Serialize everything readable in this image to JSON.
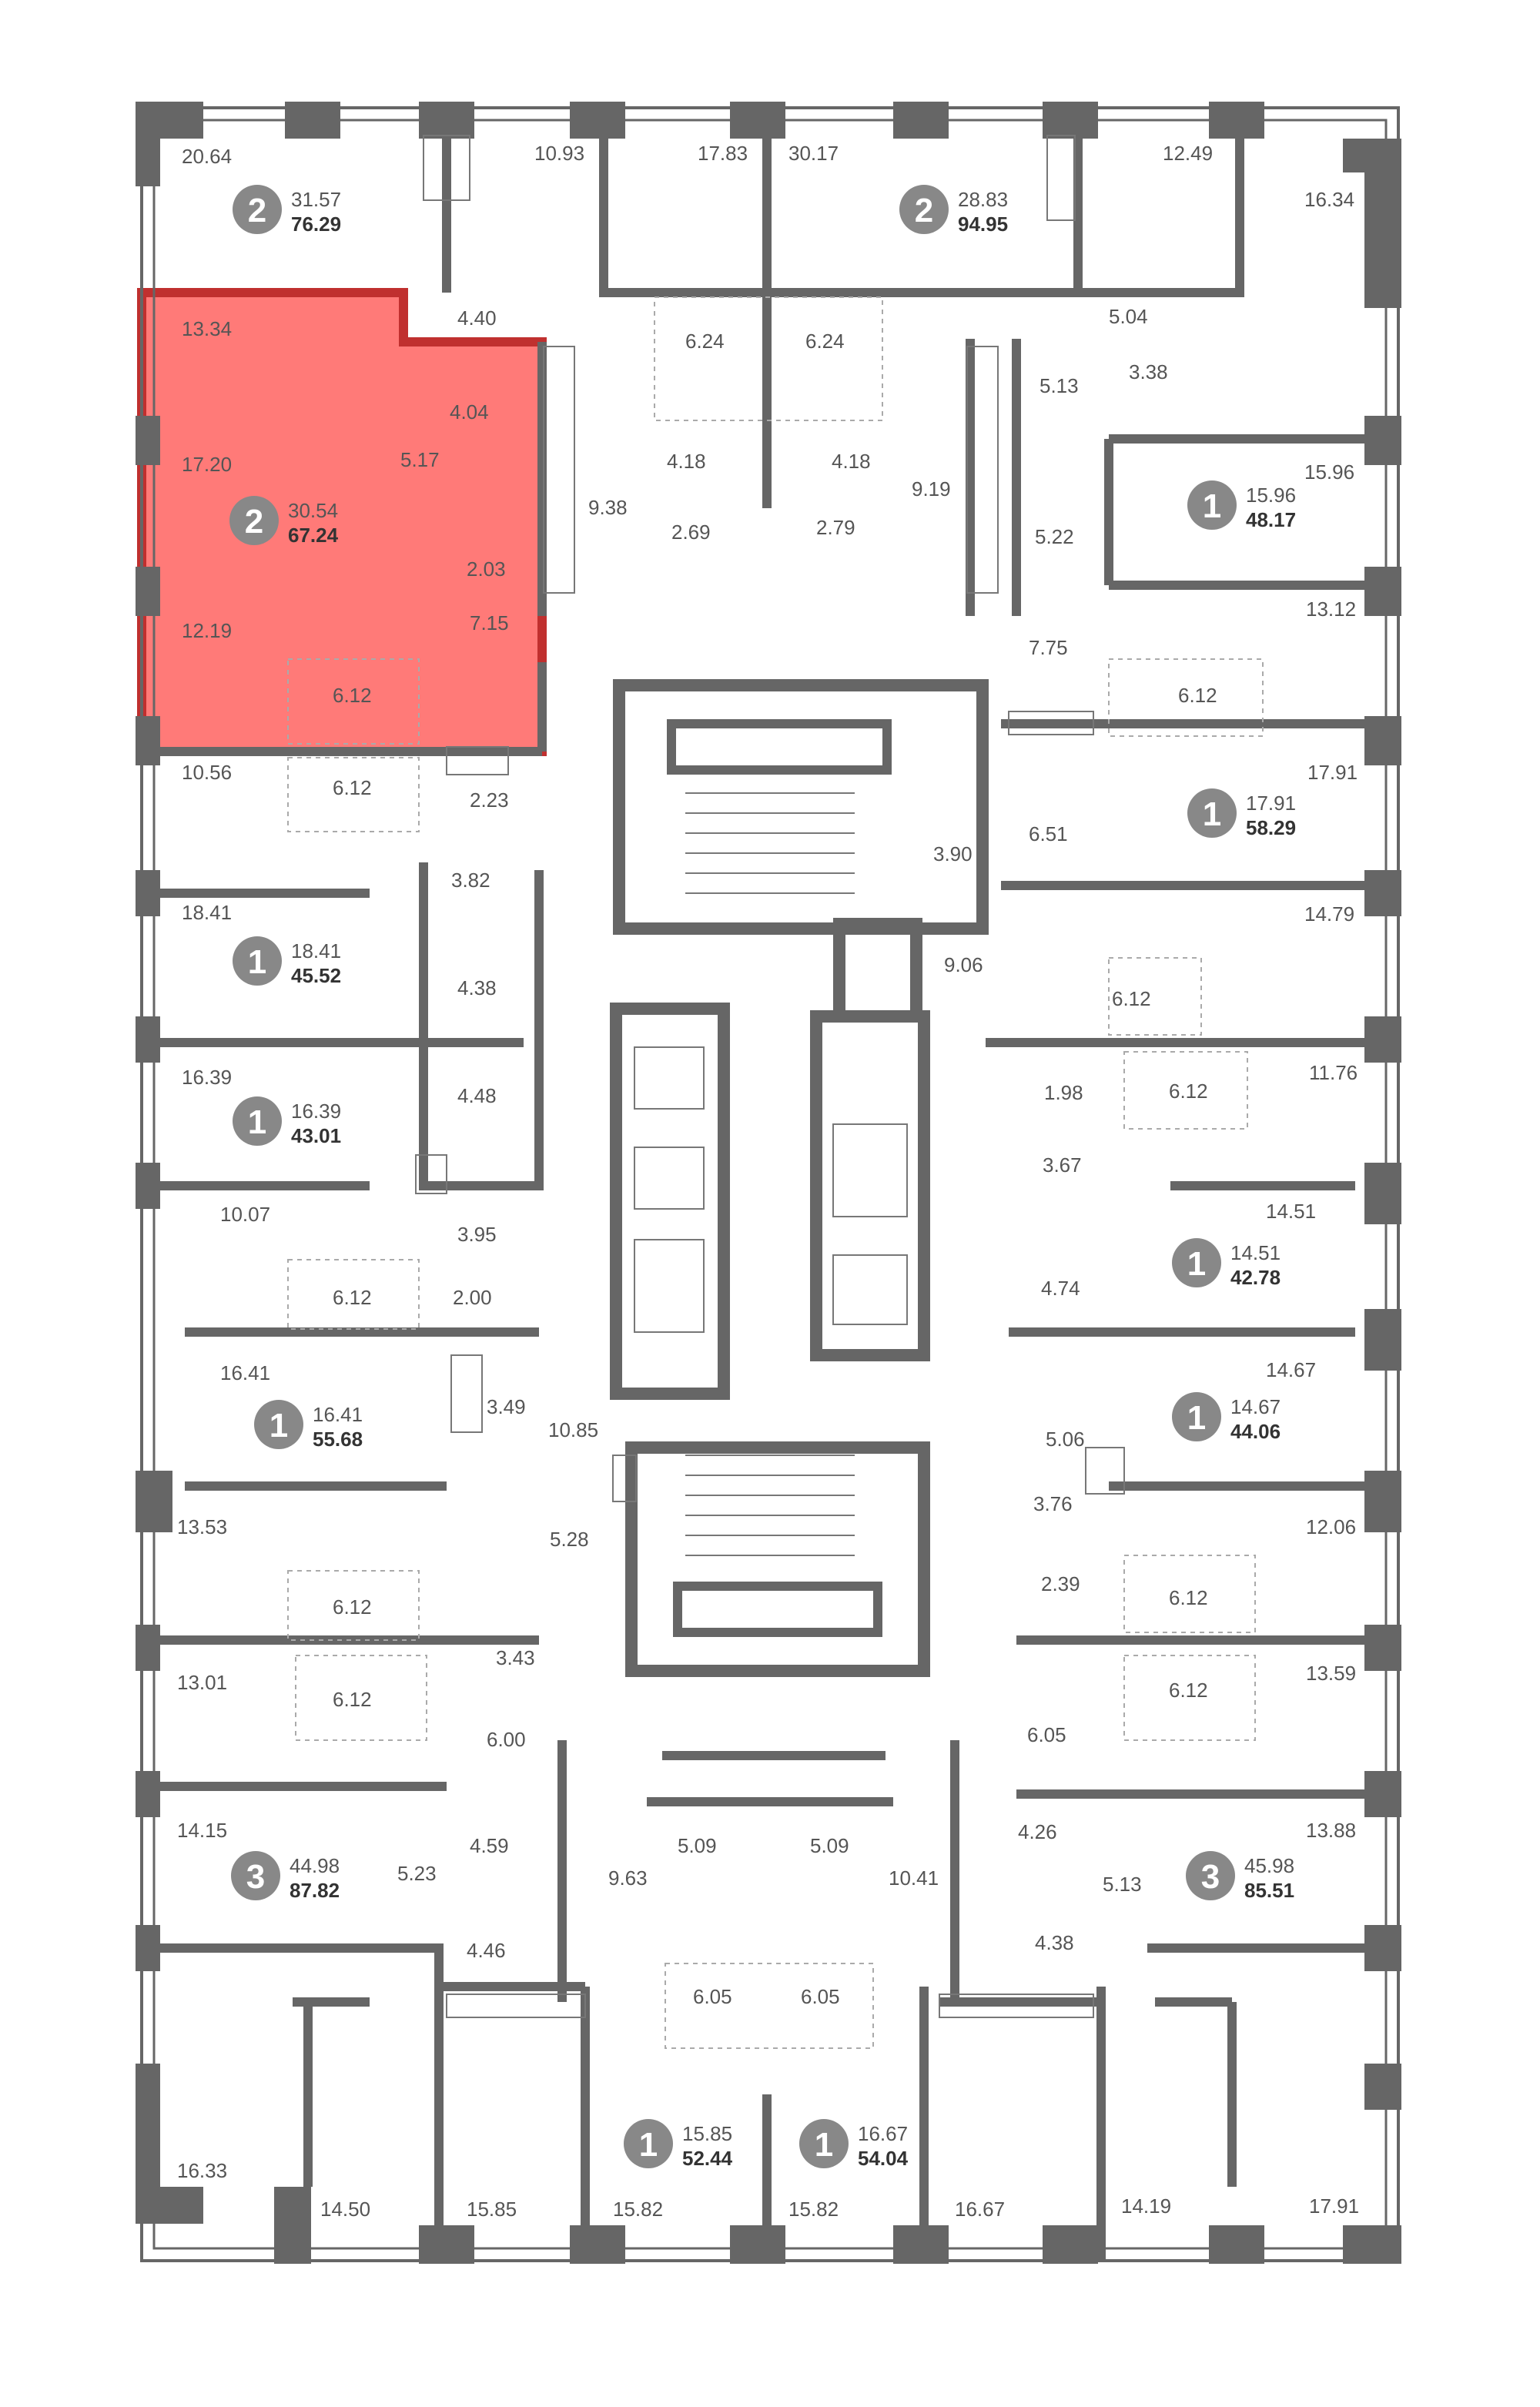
{
  "colors": {
    "wall": "#666666",
    "highlight": "#ff6b6b",
    "highlight_border": "#c0302f",
    "badge": "#888888"
  },
  "area_labels": [
    "20.64",
    "10.93",
    "17.83",
    "30.17",
    "12.49",
    "16.34",
    "13.34",
    "4.40",
    "6.24",
    "6.24",
    "5.04",
    "3.38",
    "5.13",
    "4.04",
    "17.20",
    "5.17",
    "4.18",
    "4.18",
    "15.96",
    "9.38",
    "9.19",
    "5.22",
    "2.03",
    "2.69",
    "2.79",
    "12.19",
    "7.15",
    "13.12",
    "7.75",
    "6.12",
    "6.12",
    "10.56",
    "6.12",
    "2.23",
    "17.91",
    "6.51",
    "3.90",
    "3.82",
    "18.41",
    "14.79",
    "4.38",
    "9.06",
    "6.12",
    "16.39",
    "4.48",
    "1.98",
    "6.12",
    "11.76",
    "3.67",
    "10.07",
    "14.51",
    "3.95",
    "6.12",
    "2.00",
    "4.74",
    "16.41",
    "14.67",
    "3.49",
    "10.85",
    "5.06",
    "3.76",
    "5.28",
    "13.53",
    "12.06",
    "2.39",
    "6.12",
    "6.12",
    "3.43",
    "13.01",
    "13.59",
    "6.12",
    "6.12",
    "6.00",
    "6.05",
    "4.59",
    "5.09",
    "5.09",
    "4.26",
    "14.15",
    "13.88",
    "5.23",
    "9.63",
    "10.41",
    "5.13",
    "4.38",
    "4.46",
    "6.05",
    "6.05",
    "16.33",
    "14.50",
    "15.85",
    "15.82",
    "15.82",
    "16.67",
    "14.19",
    "17.91"
  ],
  "apartments": [
    {
      "rooms": "2",
      "living": "31.57",
      "total": "76.29",
      "selected": false
    },
    {
      "rooms": "2",
      "living": "28.83",
      "total": "94.95",
      "selected": false
    },
    {
      "rooms": "2",
      "living": "30.54",
      "total": "67.24",
      "selected": true
    },
    {
      "rooms": "1",
      "living": "15.96",
      "total": "48.17",
      "selected": false
    },
    {
      "rooms": "1",
      "living": "17.91",
      "total": "58.29",
      "selected": false
    },
    {
      "rooms": "1",
      "living": "18.41",
      "total": "45.52",
      "selected": false
    },
    {
      "rooms": "1",
      "living": "16.39",
      "total": "43.01",
      "selected": false
    },
    {
      "rooms": "1",
      "living": "14.51",
      "total": "42.78",
      "selected": false
    },
    {
      "rooms": "1",
      "living": "16.41",
      "total": "55.68",
      "selected": false
    },
    {
      "rooms": "1",
      "living": "14.67",
      "total": "44.06",
      "selected": false
    },
    {
      "rooms": "3",
      "living": "44.98",
      "total": "87.82",
      "selected": false
    },
    {
      "rooms": "3",
      "living": "45.98",
      "total": "85.51",
      "selected": false
    },
    {
      "rooms": "1",
      "living": "15.85",
      "total": "52.44",
      "selected": false
    },
    {
      "rooms": "1",
      "living": "16.67",
      "total": "54.04",
      "selected": false
    }
  ]
}
